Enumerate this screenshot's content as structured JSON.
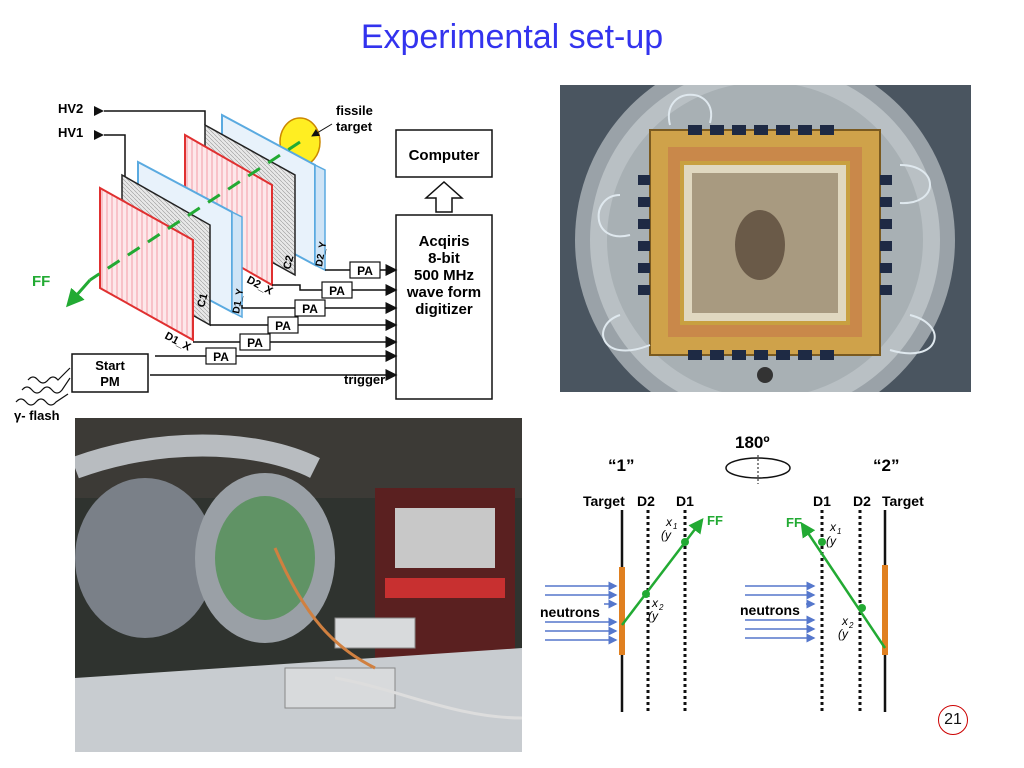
{
  "title": "Experimental set-up",
  "page_number": "21",
  "schematic": {
    "hv2": "HV2",
    "hv1": "HV1",
    "fissile_target": [
      "fissile",
      "target"
    ],
    "computer": "Computer",
    "digitizer": [
      "Acqiris",
      "8-bit",
      "500 MHz",
      "wave form",
      "digitizer"
    ],
    "ff": "FF",
    "pa": "PA",
    "c1": "C1",
    "c2": "C2",
    "d1x": "D1_X",
    "d1y": "D1_Y",
    "d2x": "D2_X",
    "d2y": "D2_Y",
    "start_pm": [
      "Start",
      "PM"
    ],
    "trigger": "trigger",
    "gamma_flash": "γ- flash"
  },
  "geometry": {
    "rotation": "180º",
    "config1": "“1”",
    "config2": "“2”",
    "left_labels": [
      "Target",
      "D2",
      "D1"
    ],
    "right_labels": [
      "D1",
      "D2",
      "Target"
    ],
    "neutrons": "neutrons",
    "ff": "FF",
    "x1": "x",
    "y1": "(y",
    "x2": "x",
    "y2": "(y",
    "sub1": "1",
    "sub2": "2",
    "close": ")"
  },
  "colors": {
    "title": "#3333ee",
    "detector_frame": "#e03030",
    "detector_blue": "#5aaae0",
    "ff_arrow": "#22aa33",
    "target": "#e08020",
    "neutron_arrows": "#5577cc"
  }
}
